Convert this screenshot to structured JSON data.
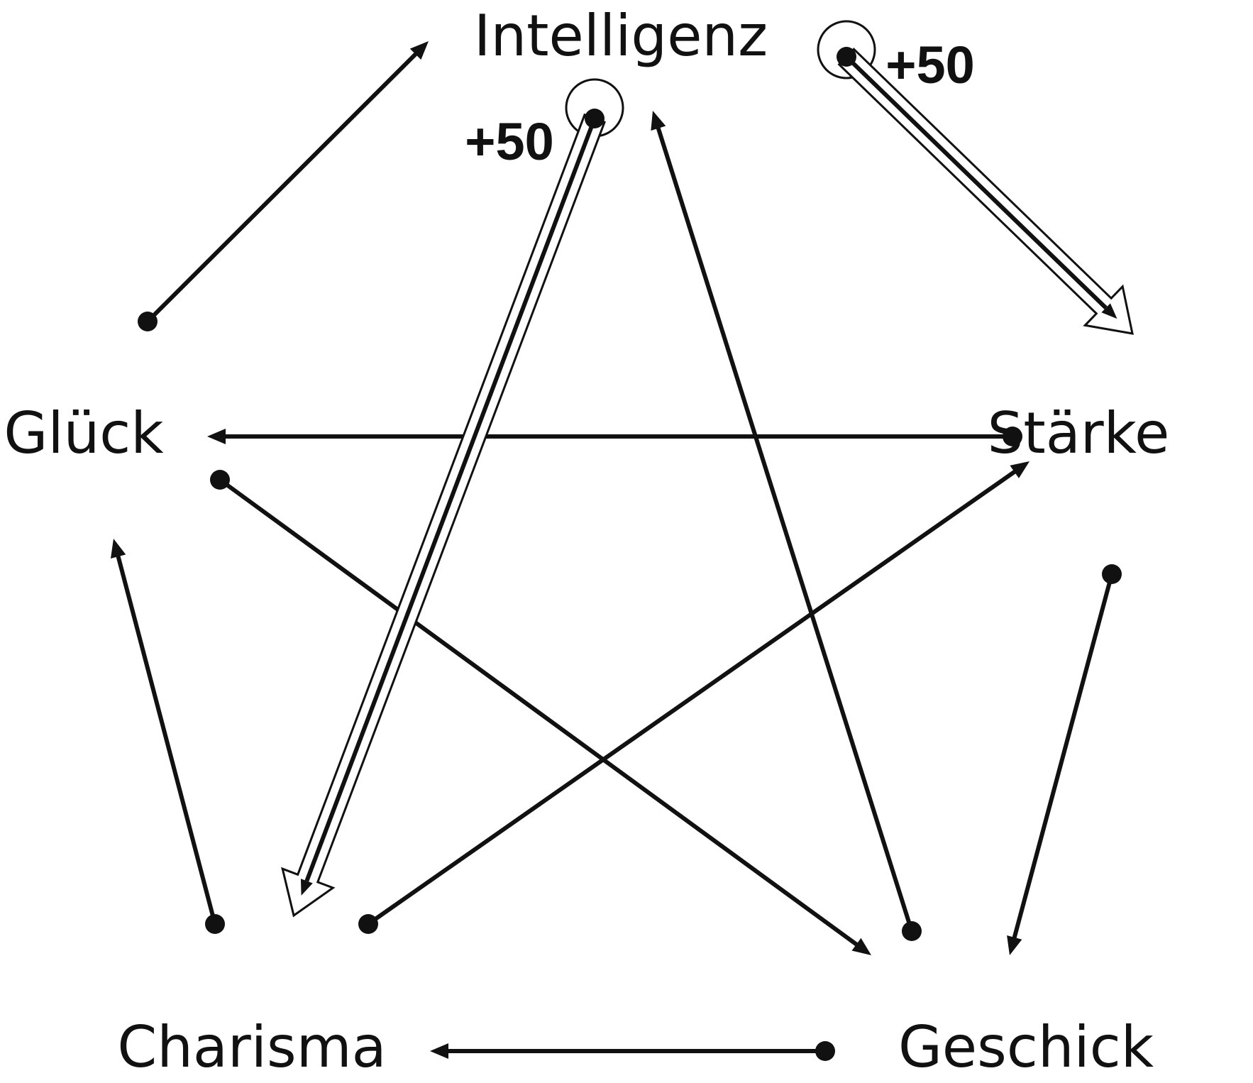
{
  "nodes": {
    "intelligenz": "Intelligenz",
    "staerke": "Stärke",
    "geschick": "Geschick",
    "charisma": "Charisma",
    "glueck": "Glück"
  },
  "bonuses": {
    "intelligenz_to_charisma": "+50",
    "intelligenz_to_staerke": "+50"
  },
  "edges": [
    {
      "from": "Glück",
      "to": "Intelligenz",
      "style": "plain"
    },
    {
      "from": "Stärke",
      "to": "Glück",
      "style": "plain"
    },
    {
      "from": "Stärke",
      "to": "Geschick",
      "style": "plain"
    },
    {
      "from": "Geschick",
      "to": "Charisma",
      "style": "plain"
    },
    {
      "from": "Charisma",
      "to": "Glück",
      "style": "plain"
    },
    {
      "from": "Glück",
      "to": "Geschick",
      "style": "plain"
    },
    {
      "from": "Geschick",
      "to": "Intelligenz",
      "style": "plain"
    },
    {
      "from": "Charisma",
      "to": "Stärke",
      "style": "plain"
    },
    {
      "from": "Intelligenz",
      "to": "Charisma",
      "style": "hollow",
      "bonus": "+50"
    },
    {
      "from": "Intelligenz",
      "to": "Stärke",
      "style": "hollow",
      "bonus": "+50"
    }
  ],
  "colors": {
    "ink": "#111111",
    "background": "#ffffff"
  }
}
